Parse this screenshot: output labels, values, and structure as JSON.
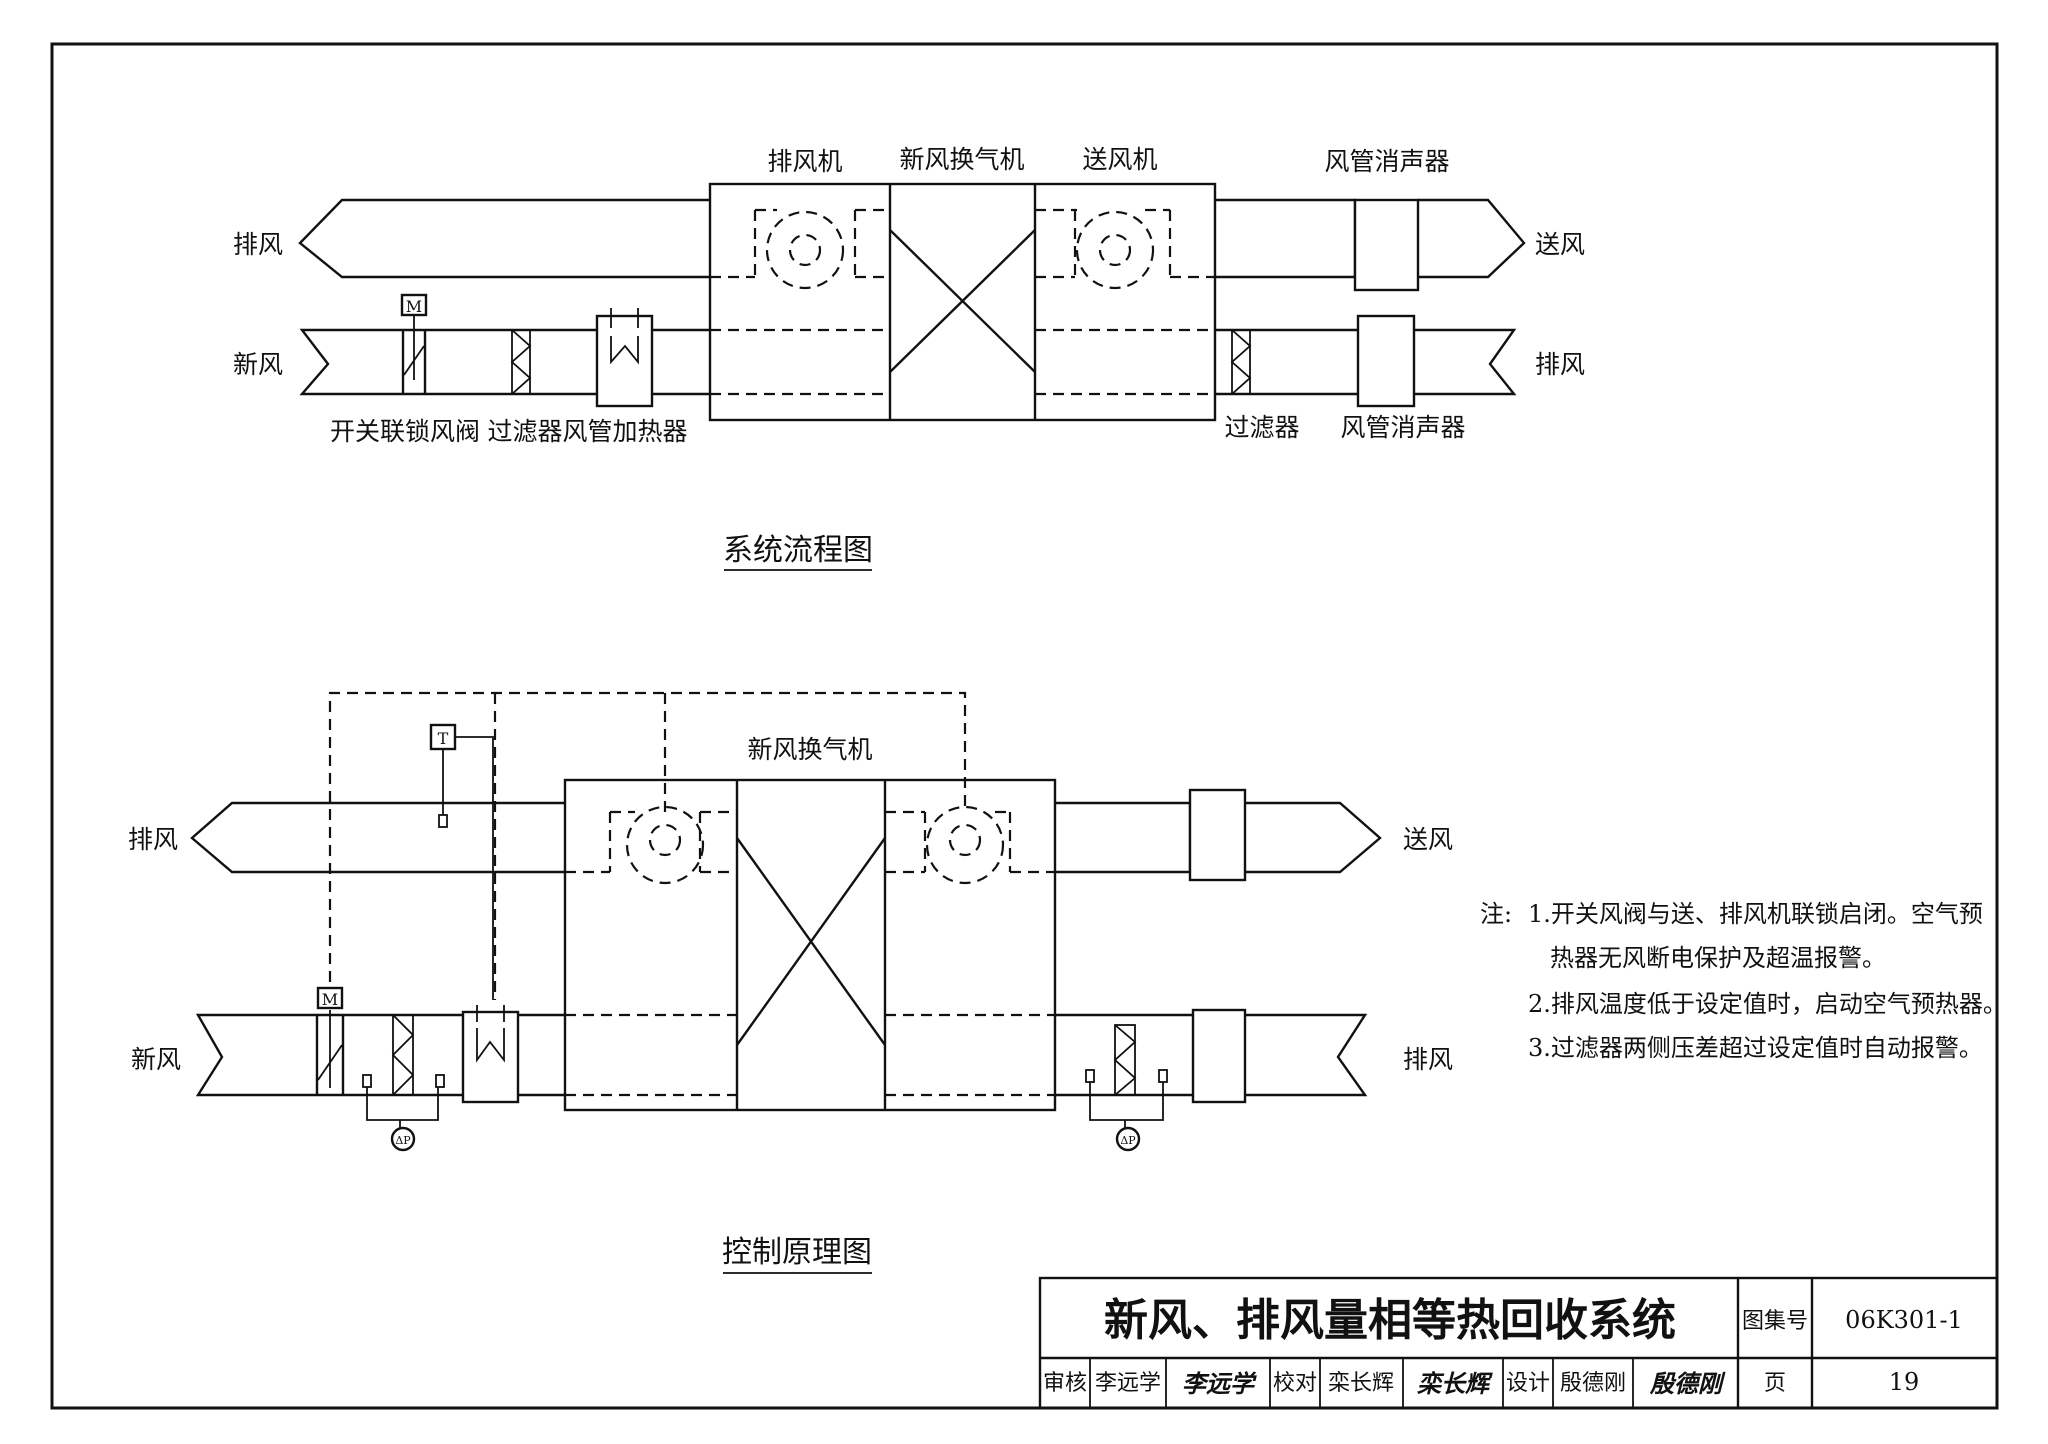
{
  "flow_diagram": {
    "title": "系统流程图",
    "labels": {
      "exhaust_fan": "排风机",
      "erv_unit": "新风换气机",
      "supply_fan": "送风机",
      "silencer_top": "风管消声器",
      "exhaust_left": "排风",
      "supply_right": "送风",
      "fresh_left": "新风",
      "exhaust_right": "排风",
      "interlock_damper": "开关联锁风阀",
      "filter_left": "过滤器",
      "duct_heater": "风管加热器",
      "filter_right": "过滤器",
      "silencer_bottom": "风管消声器"
    },
    "symbols": {
      "motor": "M"
    }
  },
  "control_diagram": {
    "title": "控制原理图",
    "labels": {
      "erv_unit": "新风换气机",
      "exhaust_left": "排风",
      "supply_right": "送风",
      "fresh_left": "新风",
      "exhaust_right": "排风"
    },
    "symbols": {
      "motor": "M",
      "temp_sensor": "T",
      "diff_pressure": "ΔP"
    }
  },
  "notes": {
    "prefix": "注:",
    "items": [
      "1.开关风阀与送、排风机联锁启闭。空气预",
      "热器无风断电保护及超温报警。",
      "2.排风温度低于设定值时，启动空气预热器。",
      "3.过滤器两侧压差超过设定值时自动报警。"
    ]
  },
  "title_block": {
    "drawing_title": "新风、排风量相等热回收系统",
    "atlas_label": "图集号",
    "atlas_number": "06K301-1",
    "review_label": "审核",
    "reviewer": "李远学",
    "reviewer_signature": "李远学",
    "check_label": "校对",
    "checker": "栾长辉",
    "checker_signature": "栾长辉",
    "design_label": "设计",
    "designer": "殷德刚",
    "designer_signature": "殷德刚",
    "page_label": "页",
    "page_number": "19"
  }
}
